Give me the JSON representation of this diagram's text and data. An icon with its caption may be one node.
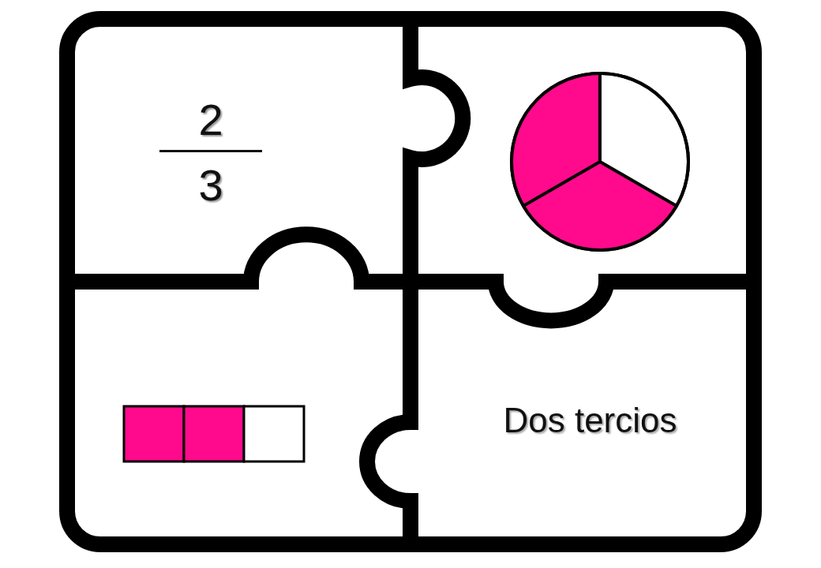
{
  "diagram": {
    "nodes": [
      {
        "text": [
          "2",
          "3"
        ]
      },
      {
        "text": [],
        "shape": "picture"
      },
      {
        "text": [],
        "shape": "picture"
      },
      {
        "text": [
          "Dos tercios"
        ]
      }
    ]
  }
}
